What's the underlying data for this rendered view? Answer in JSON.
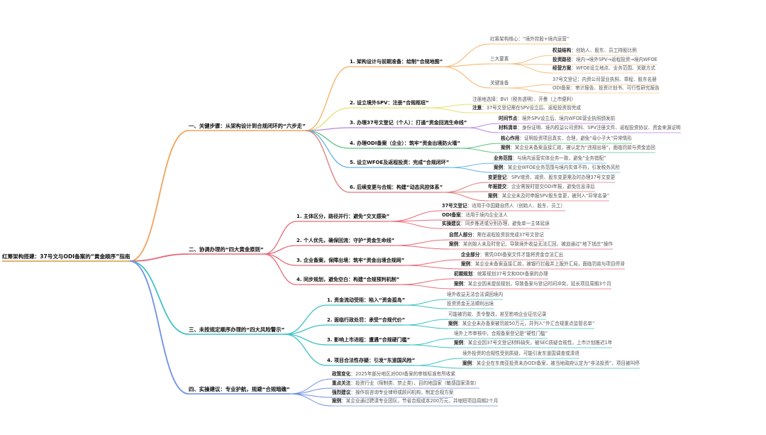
{
  "colors": {
    "s1": "#f0a35e",
    "s2": "#e86a78",
    "s3": "#3fc2c7",
    "s4": "#6f8fe6",
    "c1": "#f5b062",
    "c2": "#e6e06a",
    "c3": "#b784e6",
    "c4": "#5bc27e",
    "c5": "#63b6e6",
    "c6": "#e07a7a"
  },
  "root": "红筹架构搭建：37号文与ODI备案的“黄金顺序”指南",
  "sections": [
    {
      "label": "一、关键步骤：从架构设计到合规闭环的“六步走”",
      "children": [
        {
          "label": "1. 架构设计与前期准备：绘制“合规地图”",
          "items": [
            {
              "text": "红筹架构核心：“境外控股+境内运营”"
            },
            {
              "text": "三大要素",
              "items": [
                {
                  "k": "权益结构",
                  "v": "：创始人、股东、员工持股比例"
                },
                {
                  "k": "投资路径",
                  "v": "：境内→境外SPV→返程投资→境内WFOE"
                },
                {
                  "k": "经营方案",
                  "v": "：WFOE设立地点、业务范围、关联方式"
                }
              ]
            },
            {
              "text": "关键准备",
              "items": [
                {
                  "v": "37号文登记：内资公司营业执照、章程、股东名册"
                },
                {
                  "v": "ODI备案：审计报告、投资计划书、可行性研究报告"
                }
              ]
            }
          ]
        },
        {
          "label": "2. 设立境外SPV：注册“合规枢纽”",
          "items": [
            {
              "v": "注册地选择：BVI（税务透明）、开曼（上市便利）"
            },
            {
              "k": "注意",
              "v": "：37号文登记需在SPV设立后、返程投资前完成"
            }
          ]
        },
        {
          "label": "3. 办理37号文登记（个人）：打通“资金回流生命线”",
          "items": [
            {
              "k": "时间节点",
              "v": "：境外SPV设立后、境内WFOE营业执照颁发前"
            },
            {
              "k": "材料清单",
              "v": "：身份证明、境内权益公司资料、SPV注册文件、返程投资协议、资金来源证明"
            }
          ]
        },
        {
          "label": "4. 办理ODI备案（企业）：筑牢“资金出境防火墙”",
          "items": [
            {
              "k": "核心作用",
              "v": "：证明投资项目真实、合理，避免“母小子大”异常情形"
            },
            {
              "k": "案例",
              "v": "：某企业未备案直接汇款，被认定为“违规出境”，面临罚款与资金追回"
            }
          ]
        },
        {
          "label": "5. 设立WFOE及返程投资：完成“合规闭环”",
          "items": [
            {
              "k": "业务范围",
              "v": "：与境内运营实体业务一致，避免“业务错配”"
            },
            {
              "k": "案例",
              "v": "：某企业WFOE业务范围与境内实体不符，引发税务风险"
            }
          ]
        },
        {
          "label": "6. 后续变更与合规：构建“动态风控体系”",
          "items": [
            {
              "k": "变更登记",
              "v": "：SPV增资、减资、股东变更需及时办理37号文变更"
            },
            {
              "k": "年报提交",
              "v": "：企业需按时提交ODI年报，避免信息滞后"
            },
            {
              "k": "案例",
              "v": "：某企业未及时申报SPV股东变更，被列入“异常名录”"
            }
          ]
        }
      ]
    },
    {
      "label": "二、协调办理的“四大黄金原则”",
      "children": [
        {
          "label": "1. 主体区分，路径并行：避免“交叉感染”",
          "items": [
            {
              "k": "37号文登记",
              "v": "：适用于中国籍自然人（创始人、股东、员工）"
            },
            {
              "k": "ODI备案",
              "v": "：适用于境内企业法人"
            },
            {
              "k": "实操建议",
              "v": "：同步推进或分别办理，避免单一主体延误"
            }
          ]
        },
        {
          "label": "2. 个人优先，确保回流：守护“资金生命线”",
          "items": [
            {
              "k": "自然人部分",
              "v": "：需在返程投资前完成37号文登记"
            },
            {
              "k": "案例",
              "v": "：某创始人未及时登记，导致境外收益无法汇回，被迫通过“地下钱庄”操作"
            }
          ]
        },
        {
          "label": "3. 企业备案，保障出境：筑牢“资金出境合规网”",
          "items": [
            {
              "k": "企业部分",
              "v": "：需凭ODI备案文件才能将资金合法汇出"
            },
            {
              "k": "案例",
              "v": "：某企业未备案直接汇款，被银行拦截并上报外汇局，面临罚款与项目停滞"
            }
          ]
        },
        {
          "label": "4. 同步规划，避免空白：构建“合规预判机制”",
          "items": [
            {
              "k": "初期规划",
              "v": "：统筹规划37号文和ODI备案的办理"
            },
            {
              "k": "案例",
              "v": "：某企业因未提前规划，导致备案与登记时间冲突，延长项目周期3个月"
            }
          ]
        }
      ]
    },
    {
      "label": "三、未按规定顺序办理的“四大风险警示”",
      "children": [
        {
          "label": "1. 资金流动受阻：陷入“资金孤岛”",
          "items": [
            {
              "v": "境外收益无法合法调回境内"
            },
            {
              "v": "投资资金无法顺利出境"
            }
          ]
        },
        {
          "label": "2. 面临行政处罚：承受“合规代价”",
          "items": [
            {
              "v": "可能被罚款、责令整改，甚至影响企业征信记录"
            },
            {
              "k": "案例",
              "v": "：某企业未办备案被罚款50万元，并列入“外汇合规重点监管名单”"
            }
          ]
        },
        {
          "label": "3. 影响上市进程：遭遇“合规硬门槛”",
          "items": [
            {
              "v": "境外上市审核中，合规备案登记是“硬性门槛”"
            },
            {
              "k": "案例",
              "v": "：某企业因37号文登记材料缺失，被SEC质疑合规性，上市计划推迟1年"
            }
          ]
        },
        {
          "label": "4. 项目合法性存疑：引发“东道国风险”",
          "items": [
            {
              "v": "境外投资的合规性受到质疑，可能引发东道国调查或清退"
            },
            {
              "k": "案例",
              "v": "：某企业在东南亚投资未办ODI备案，被当地政府认定为“非法投资”，项目被叫停"
            }
          ]
        }
      ]
    },
    {
      "label": "四、实操建议：专业护航，规避“合规暗礁”",
      "items": [
        {
          "k": "政策变化",
          "v": "：2025年部分地区对ODI备案的审核标准有所收紧"
        },
        {
          "k": "重点关注",
          "v": "：投资行业（限制类、禁止类）、目的地国家（敏感国家清单）"
        },
        {
          "k": "强烈建议",
          "v": "：操作前咨询专业律师或顾问机构，制定合规方案"
        },
        {
          "k": "案例",
          "v": "：某企业通过聘请专业团队，节省合规成本200万元，并缩短项目周期2个月"
        }
      ]
    }
  ]
}
